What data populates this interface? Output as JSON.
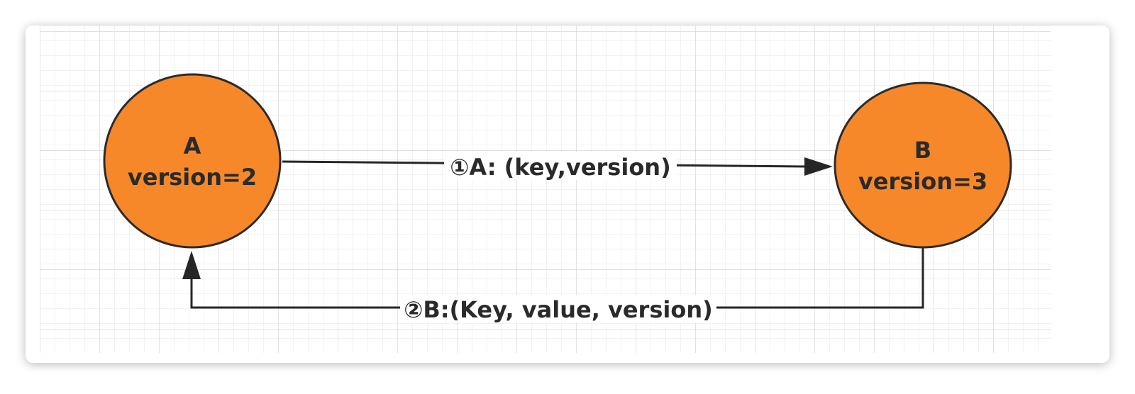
{
  "colors": {
    "node_fill": "#F7882A",
    "node_stroke": "#2b2b2b",
    "edge": "#262626",
    "grid_minor": "#e6e6e6",
    "grid_major": "#d2d2d2"
  },
  "nodes": {
    "a": {
      "name": "A",
      "version": "version=2"
    },
    "b": {
      "name": "B",
      "version": "version=3"
    }
  },
  "edges": {
    "a_to_b": {
      "label": "①A: (key,version)"
    },
    "b_to_a": {
      "label": "②B:(Key, value, version)"
    }
  }
}
